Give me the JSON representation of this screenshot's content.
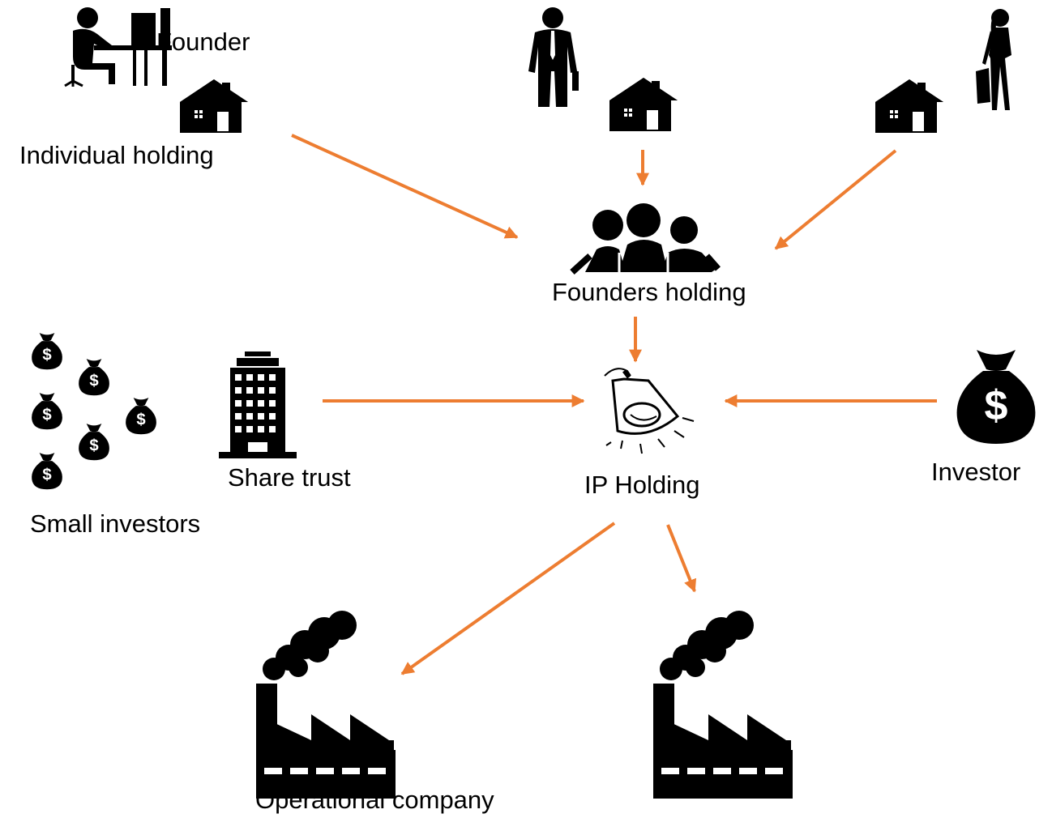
{
  "labels": {
    "founder": "Founder",
    "individual_holding": "Individual holding",
    "founders_holding": "Founders holding",
    "small_investors": "Small investors",
    "share_trust": "Share trust",
    "ip_holding": "IP Holding",
    "investor": "Investor",
    "operational_company": "Operational company"
  },
  "icons": {
    "dollar_sign": "$"
  },
  "colors": {
    "arrow": "#ED7D31",
    "icon": "#000000"
  }
}
